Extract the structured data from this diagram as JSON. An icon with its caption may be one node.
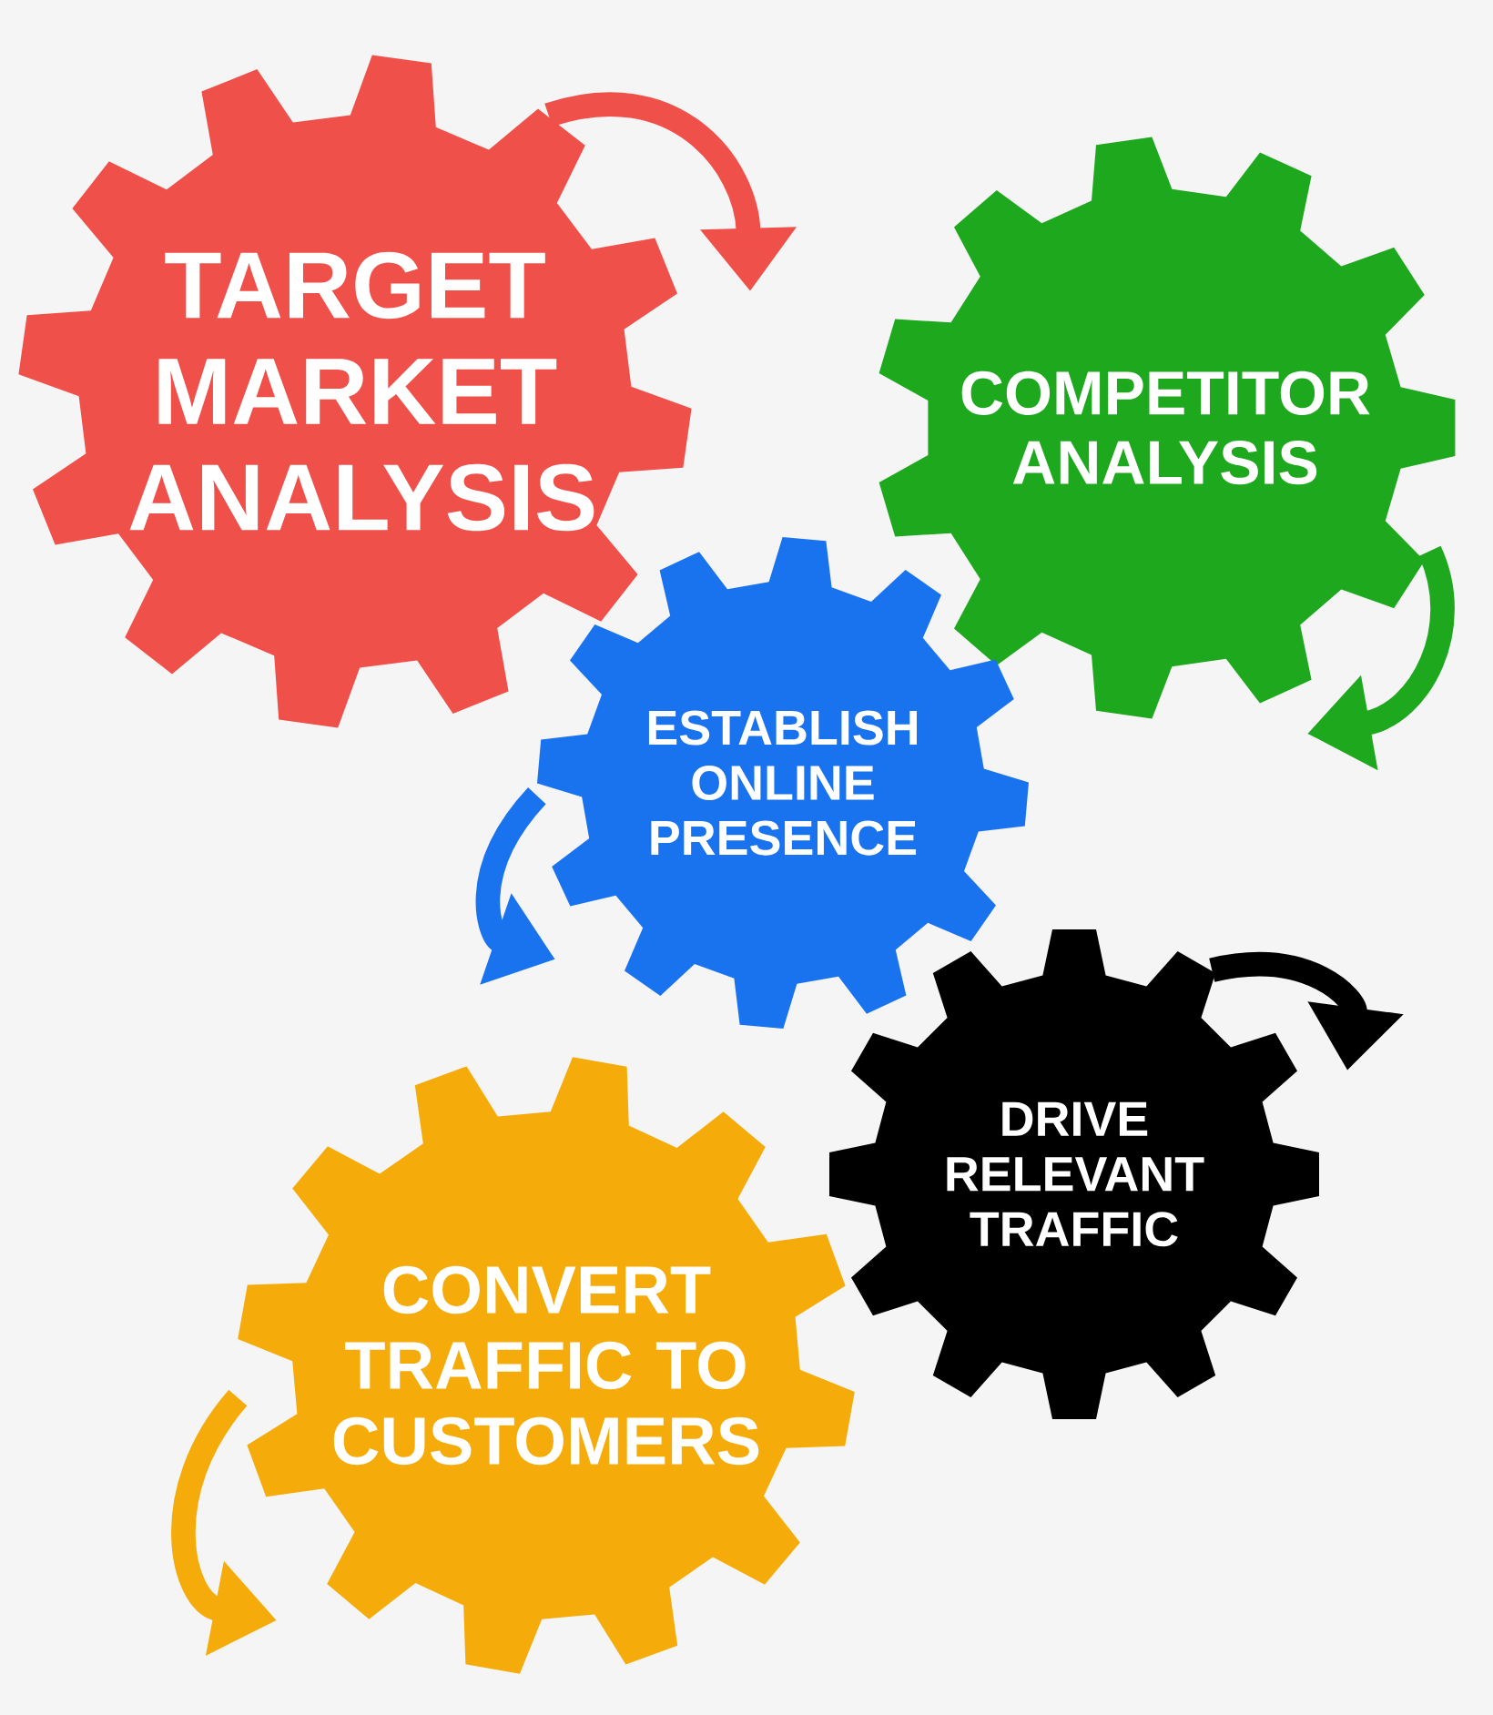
{
  "diagram": {
    "nodes": [
      {
        "text": [
          "TARGET MARKET ANALYSIS"
        ]
      },
      {
        "text": [
          "COMPETITOR ANALYSIS"
        ]
      },
      {
        "text": [
          "ESTABLISH ONLINE PRESENCE"
        ]
      },
      {
        "text": [
          "DRIVE RELEVANT TRAFFIC"
        ]
      },
      {
        "text": [
          "CONVERT TRAFFIC TO CUSTOMERS"
        ]
      }
    ],
    "edges": [
      {
        "from": 0,
        "to": null,
        "arrow": "to",
        "color": "#f0504a"
      },
      {
        "from": 1,
        "to": null,
        "arrow": "to",
        "color": "#1ea81e"
      },
      {
        "from": 2,
        "to": null,
        "arrow": "to",
        "color": "#1a73ee"
      },
      {
        "from": 3,
        "to": null,
        "arrow": "to",
        "color": "#000000"
      },
      {
        "from": 4,
        "to": null,
        "arrow": "to",
        "color": "#f5ac0a"
      }
    ]
  }
}
